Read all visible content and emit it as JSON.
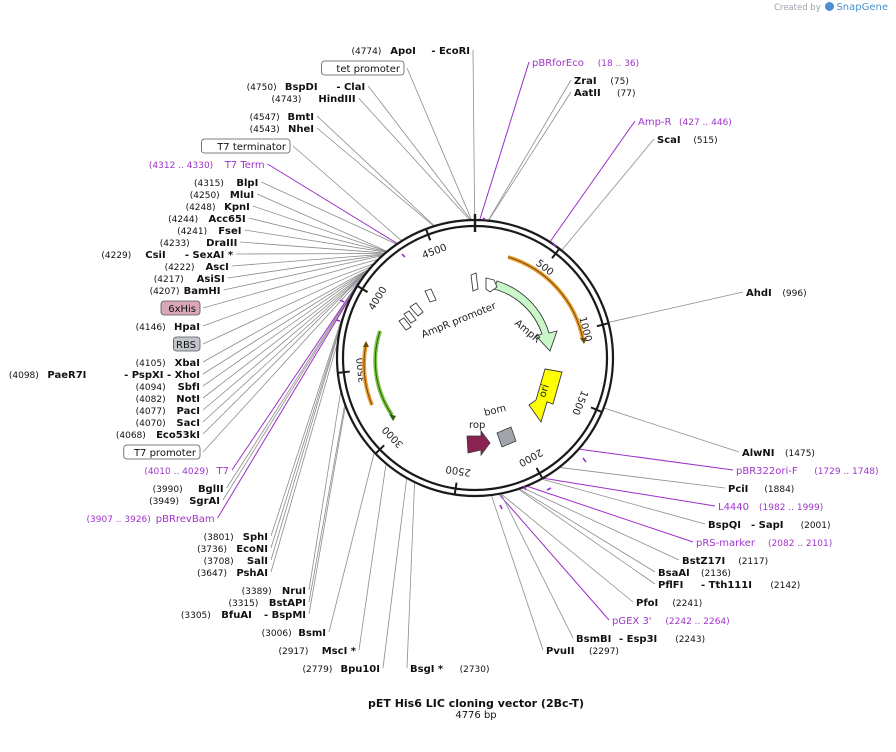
{
  "branding": {
    "created_by": "Created by",
    "app": "SnapGene"
  },
  "plasmid": {
    "name": "pET His6 LIC cloning vector (2Bc-T)",
    "length_label": "4776 bp",
    "length": 4776
  },
  "scale_ticks": [
    "500",
    "1000",
    "1500",
    "2000",
    "2500",
    "3000",
    "3500",
    "4000",
    "4500"
  ],
  "colors": {
    "backbone": "#1a1a1a",
    "site_line": "#8c8c8c",
    "primer": "#a033cc",
    "primer_line": "#9b30c8",
    "feature_orange": "#f0a030",
    "feature_green": "#7ac843",
    "ampr": "#c9f7c9",
    "ori": "#ffff00",
    "rop": "#8b2352",
    "bom": "#a0a4ab"
  },
  "left_labels": [
    {
      "pos": "(4774)",
      "text": "ApoI",
      "extra": "- EcoRI",
      "kind": "site",
      "bp": 4774
    },
    {
      "text": "tet promoter",
      "kind": "box",
      "bp": 4755
    },
    {
      "pos": "(4750)",
      "text": "BspDI",
      "extra": "- ClaI",
      "kind": "site",
      "bp": 4750
    },
    {
      "pos": "(4743)",
      "text": "HindIII",
      "kind": "site",
      "bp": 4743
    },
    {
      "pos": "(4547)",
      "text": "BmtI",
      "kind": "site",
      "bp": 4547
    },
    {
      "pos": "(4543)",
      "text": "NheI",
      "kind": "site",
      "bp": 4543
    },
    {
      "text": "T7 terminator",
      "kind": "box",
      "bp": 4350
    },
    {
      "pos": "(4312 .. 4330)",
      "text": "T7 Term",
      "kind": "primer",
      "bp": 4321
    },
    {
      "pos": "(4315)",
      "text": "BlpI",
      "kind": "site",
      "bp": 4315
    },
    {
      "pos": "(4250)",
      "text": "MluI",
      "kind": "site",
      "bp": 4250
    },
    {
      "pos": "(4248)",
      "text": "KpnI",
      "kind": "site",
      "bp": 4248
    },
    {
      "pos": "(4244)",
      "text": "Acc65I",
      "kind": "site",
      "bp": 4244
    },
    {
      "pos": "(4241)",
      "text": "FseI",
      "kind": "site",
      "bp": 4241
    },
    {
      "pos": "(4233)",
      "text": "DraIII",
      "kind": "site",
      "bp": 4233
    },
    {
      "pos": "(4229)",
      "text": "CsiI",
      "extra": "- SexAI *",
      "kind": "site",
      "bp": 4229
    },
    {
      "pos": "(4222)",
      "text": "AscI",
      "kind": "site",
      "bp": 4222
    },
    {
      "pos": "(4217)",
      "text": "AsiSI",
      "kind": "site",
      "bp": 4217
    },
    {
      "pos": "(4207)",
      "text": "BamHI",
      "kind": "site",
      "bp": 4207
    },
    {
      "text": "6xHis",
      "kind": "hisbox",
      "bp": 4180
    },
    {
      "pos": "(4146)",
      "text": "HpaI",
      "kind": "site",
      "bp": 4146
    },
    {
      "text": "RBS",
      "kind": "rbsbox",
      "bp": 4125
    },
    {
      "pos": "(4105)",
      "text": "XbaI",
      "kind": "site",
      "bp": 4105
    },
    {
      "pos": "(4098)",
      "text": "PaeR7I",
      "extra": "- PspXI   - XhoI",
      "kind": "site",
      "bp": 4098
    },
    {
      "pos": "(4094)",
      "text": "SbfI",
      "kind": "site",
      "bp": 4094
    },
    {
      "pos": "(4082)",
      "text": "NotI",
      "kind": "site",
      "bp": 4082
    },
    {
      "pos": "(4077)",
      "text": "PacI",
      "kind": "site",
      "bp": 4077
    },
    {
      "pos": "(4070)",
      "text": "SacI",
      "kind": "site",
      "bp": 4070
    },
    {
      "pos": "(4068)",
      "text": "Eco53kI",
      "kind": "site",
      "bp": 4068
    },
    {
      "text": "T7 promoter",
      "kind": "box",
      "bp": 4040
    },
    {
      "pos": "(4010 .. 4029)",
      "text": "T7",
      "kind": "primer",
      "bp": 4019
    },
    {
      "pos": "(3990)",
      "text": "BglII",
      "kind": "site",
      "bp": 3990
    },
    {
      "pos": "(3949)",
      "text": "SgrAI",
      "kind": "site",
      "bp": 3949
    },
    {
      "pos": "(3907 .. 3926)",
      "text": "pBRrevBam",
      "kind": "primer",
      "bp": 3916
    },
    {
      "pos": "(3801)",
      "text": "SphI",
      "kind": "site",
      "bp": 3801
    },
    {
      "pos": "(3736)",
      "text": "EcoNI",
      "kind": "site",
      "bp": 3736
    },
    {
      "pos": "(3708)",
      "text": "SalI",
      "kind": "site",
      "bp": 3708
    },
    {
      "pos": "(3647)",
      "text": "PshAI",
      "kind": "site",
      "bp": 3647
    },
    {
      "pos": "(3389)",
      "text": "NruI",
      "kind": "site",
      "bp": 3389
    },
    {
      "pos": "(3315)",
      "text": "BstAPI",
      "kind": "site",
      "bp": 3315
    },
    {
      "pos": "(3305)",
      "text": "BfuAI",
      "extra": "- BspMI",
      "kind": "site",
      "bp": 3305
    },
    {
      "pos": "(3006)",
      "text": "BsmI",
      "kind": "site",
      "bp": 3006
    },
    {
      "pos": "(2917)",
      "text": "MscI *",
      "kind": "site",
      "bp": 2917
    },
    {
      "pos": "(2779)",
      "text": "Bpu10I",
      "kind": "site",
      "bp": 2779
    }
  ],
  "right_labels": [
    {
      "text": "pBRforEco",
      "pos": "(18 .. 36)",
      "kind": "primer",
      "bp": 27
    },
    {
      "text": "ZraI",
      "pos": "(75)",
      "kind": "site",
      "bp": 75
    },
    {
      "text": "AatII",
      "pos": "(77)",
      "kind": "site",
      "bp": 77
    },
    {
      "text": "Amp-R",
      "pos": "(427 .. 446)",
      "kind": "primer",
      "bp": 436
    },
    {
      "text": "ScaI",
      "pos": "(515)",
      "kind": "site",
      "bp": 515
    },
    {
      "text": "AhdI",
      "pos": "(996)",
      "kind": "site",
      "bp": 996
    },
    {
      "text": "AlwNI",
      "pos": "(1475)",
      "kind": "site",
      "bp": 1475
    },
    {
      "text": "pBR322ori-F",
      "pos": "(1729 .. 1748)",
      "kind": "primer",
      "bp": 1738
    },
    {
      "text": "PciI",
      "pos": "(1884)",
      "kind": "site",
      "bp": 1884
    },
    {
      "text": "L4440",
      "pos": "(1982 .. 1999)",
      "kind": "primer",
      "bp": 1990
    },
    {
      "text": "BspQI",
      "extra": "- SapI",
      "pos": "(2001)",
      "kind": "site",
      "bp": 2001
    },
    {
      "text": "pRS-marker",
      "pos": "(2082 .. 2101)",
      "kind": "primer",
      "bp": 2091
    },
    {
      "text": "BstZ17I",
      "pos": "(2117)",
      "kind": "site",
      "bp": 2117
    },
    {
      "text": "BsaAI",
      "pos": "(2136)",
      "kind": "site",
      "bp": 2136
    },
    {
      "text": "PflFI",
      "extra": "- Tth111I",
      "pos": "(2142)",
      "kind": "site",
      "bp": 2142
    },
    {
      "text": "PfoI",
      "pos": "(2241)",
      "kind": "site",
      "bp": 2241
    },
    {
      "text": "pGEX 3'",
      "pos": "(2242 .. 2264)",
      "kind": "primer",
      "bp": 2253
    },
    {
      "text": "BsmBI",
      "extra": "- Esp3I",
      "pos": "(2243)",
      "kind": "site",
      "bp": 2243
    },
    {
      "text": "PvuII",
      "pos": "(2297)",
      "kind": "site",
      "bp": 2297
    },
    {
      "text": "BsgI *",
      "pos": "(2730)",
      "kind": "site",
      "bp": 2730
    }
  ],
  "features": [
    {
      "name": "AmpR promoter",
      "label": "AmpR promoter",
      "start": 4680,
      "end": 4776
    },
    {
      "name": "AmpR",
      "label": "AmpR",
      "start": 80,
      "end": 940
    },
    {
      "name": "ori",
      "label": "ori",
      "start": 1120,
      "end": 1700
    },
    {
      "name": "rop",
      "label": "rop"
    },
    {
      "name": "bom",
      "label": "bom"
    }
  ]
}
